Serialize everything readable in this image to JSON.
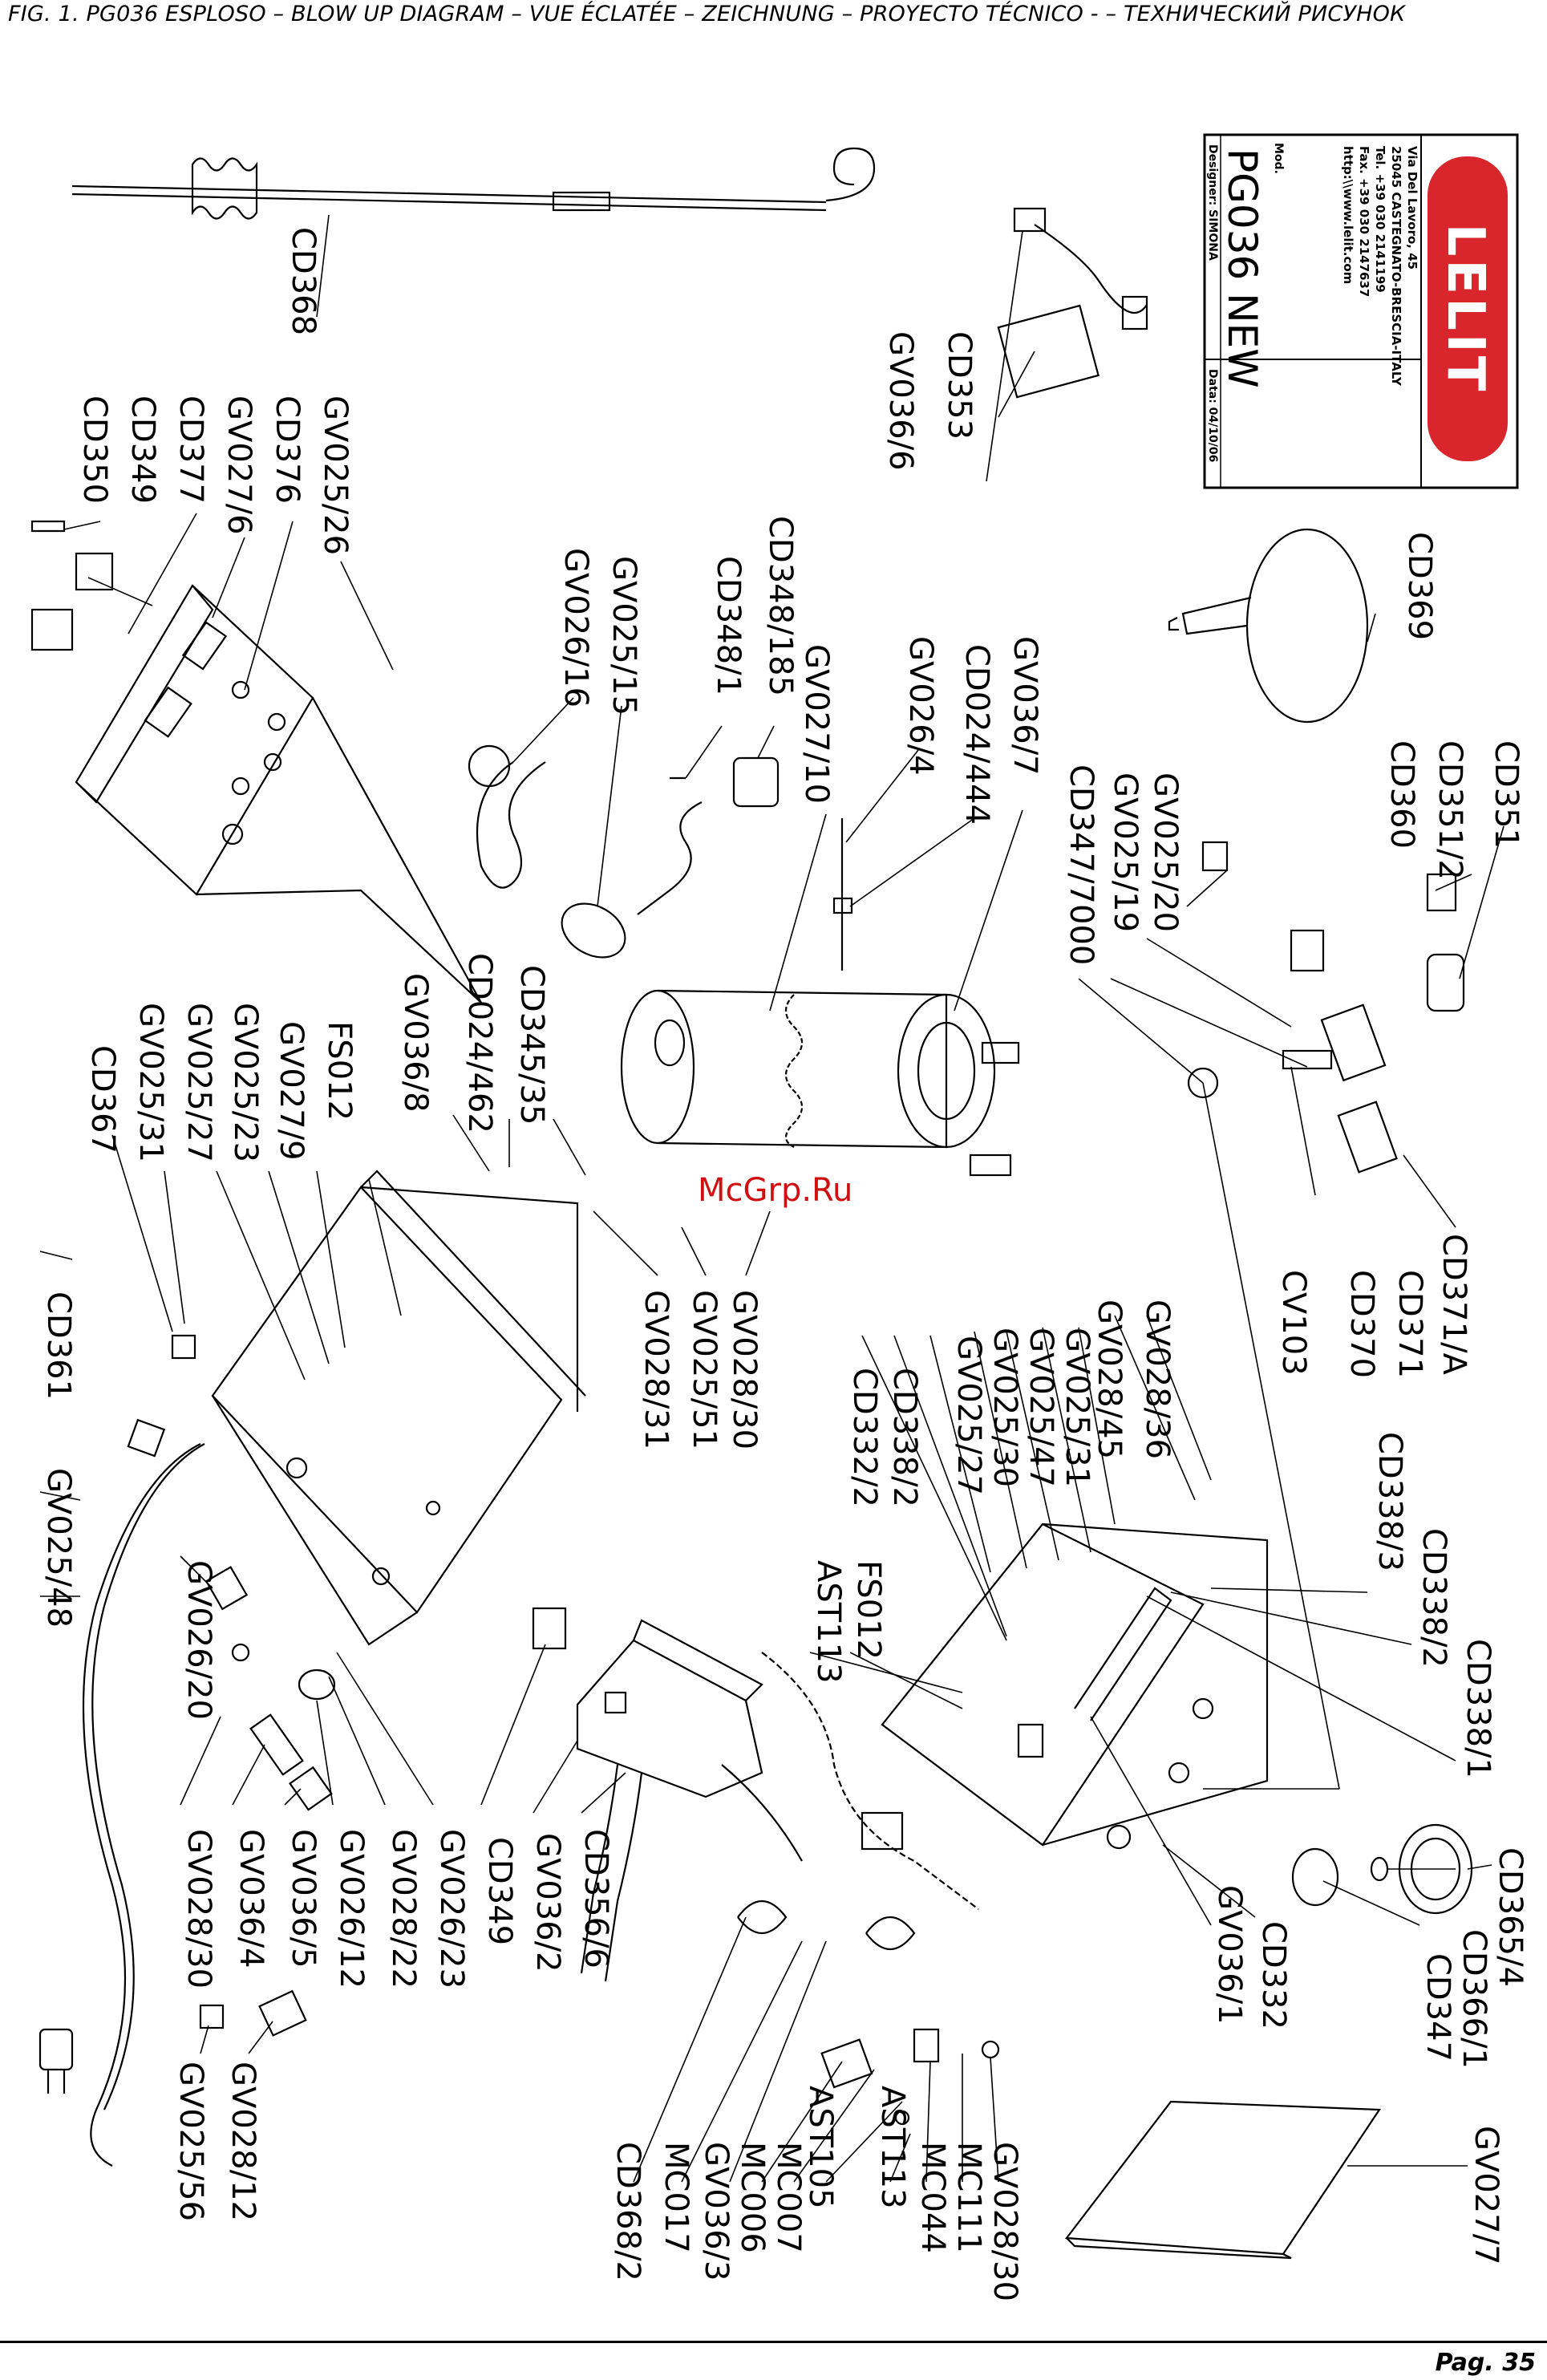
{
  "header": {
    "title": "FIG. 1. PG036  ESPLOSO – BLOW UP DIAGRAM – VUE ÉCLATÉE – ZEICHNUNG – PROYECTO TÉCNICO -            – ТЕХНИЧЕСКИЙ РИСУНОК"
  },
  "footer": {
    "page": "Pag. 35"
  },
  "watermark": "McGrp.Ru",
  "title_block": {
    "logo": "LELIT",
    "address": "Via Del Lavoro, 45",
    "city": "25045 CASTEGNATO-BRESCIA-ITALY",
    "tel": "Tel. +39 030 2141199",
    "fax": "Fax. +39 030 2147637",
    "web": "http:\\\\www.lelit.com",
    "mod_label": "Mod.",
    "model": "PG036 NEW",
    "designer": "Designer: SIMONA",
    "date": "Data: 04/10/06"
  },
  "labels": {
    "cd368": "CD368",
    "cd353": "CD353",
    "gv036_6": "GV036/6",
    "cd350": "CD350",
    "cd349a": "CD349",
    "cd377": "CD377",
    "gv027_6": "GV027/6",
    "cd376": "CD376",
    "gv025_26": "GV025/26",
    "cd369": "CD369",
    "cd348_185": "CD348/185",
    "cd348_1": "CD348/1",
    "gv025_15": "GV025/15",
    "gv026_16": "GV026/16",
    "gv027_10": "GV027/10",
    "gv026_4": "GV026/4",
    "cd024_444": "CD024/444",
    "gv036_7": "GV036/7",
    "cd351": "CD351",
    "cd351_2": "CD351/2",
    "cd360": "CD360",
    "gv025_20": "GV025/20",
    "gv025_19": "GV025/19",
    "cd347_7000": "CD347/7000",
    "cd345_35": "CD345/35",
    "cd024_462": "CD024/462",
    "gv036_8": "GV036/8",
    "fs012a": "FS012",
    "gv027_9": "GV027/9",
    "gv025_23": "GV025/23",
    "gv025_27a": "GV025/27",
    "gv025_31a": "GV025/31",
    "cd367": "CD367",
    "cd371_a": "CD371/A",
    "cd371": "CD371",
    "cd370": "CD370",
    "cv103": "CV103",
    "gv028_31": "GV028/31",
    "gv025_51": "GV025/51",
    "gv028_30a": "GV028/30",
    "gv028_36": "GV028/36",
    "gv028_45": "GV028/45",
    "gv025_31b": "GV025/31",
    "gv025_47": "GV025/47",
    "gv025_30": "GV025/30",
    "gv025_27b": "GV025/27",
    "cd338_2a": "CD338/2",
    "cd332_2": "CD332/2",
    "cd338_3": "CD338/3",
    "cd338_2b": "CD338/2",
    "cd338_1": "CD338/1",
    "cd361": "CD361",
    "gv025_48": "GV025/48",
    "fs012b": "FS012",
    "ast113a": "AST113",
    "gv026_20": "GV026/20",
    "gv028_30b": "GV028/30",
    "gv036_4": "GV036/4",
    "gv036_5": "GV036/5",
    "gv026_12": "GV026/12",
    "gv028_22": "GV028/22",
    "gv026_23": "GV026/23",
    "cd349b": "CD349",
    "gv036_2": "GV036/2",
    "cd356_6": "CD356/6",
    "cd365_4": "CD365/4",
    "cd366_1": "CD366/1",
    "cd347": "CD347",
    "cd332": "CD332",
    "gv036_1": "GV036/1",
    "gv027_7": "GV027/7",
    "gv025_56": "GV025/56",
    "gv028_12": "GV028/12",
    "cd368_2": "CD368/2",
    "mc017": "MC017",
    "gv036_3": "GV036/3",
    "mc006": "MC006",
    "mc007": "MC007",
    "ast105": "AST105",
    "ast113b": "AST113",
    "mc044": "MC044",
    "mc111": "MC111",
    "gv028_30c": "GV028/30"
  }
}
